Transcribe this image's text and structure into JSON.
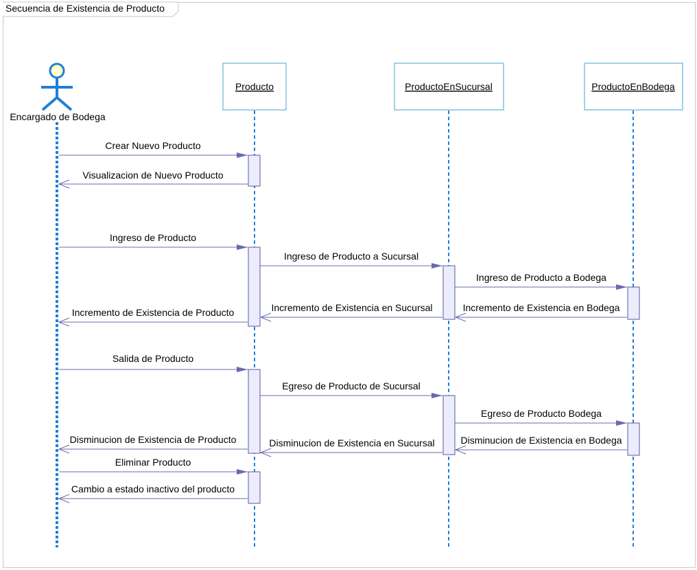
{
  "diagram": {
    "title": "Secuencia de Existencia de Producto",
    "actor": {
      "name": "Encargado de Bodega",
      "icon": "stick-figure-actor-icon"
    },
    "objects": [
      {
        "id": "producto",
        "name": "Producto"
      },
      {
        "id": "sucursal",
        "name": "ProductoEnSucursal"
      },
      {
        "id": "bodega",
        "name": "ProductoEnBodega"
      }
    ],
    "messages": [
      {
        "label": "Crear Nuevo Producto",
        "from": "actor",
        "to": "producto",
        "kind": "call"
      },
      {
        "label": "Visualizacion de Nuevo Producto",
        "from": "producto",
        "to": "actor",
        "kind": "return"
      },
      {
        "label": "Ingreso de Producto",
        "from": "actor",
        "to": "producto",
        "kind": "call"
      },
      {
        "label": "Ingreso de Producto a Sucursal",
        "from": "producto",
        "to": "sucursal",
        "kind": "call"
      },
      {
        "label": "Ingreso de Producto a Bodega",
        "from": "sucursal",
        "to": "bodega",
        "kind": "call"
      },
      {
        "label": "Incremento de Existencia en Bodega",
        "from": "bodega",
        "to": "sucursal",
        "kind": "return"
      },
      {
        "label": "Incremento de Existencia en Sucursal",
        "from": "sucursal",
        "to": "producto",
        "kind": "return"
      },
      {
        "label": "Incremento de Existencia de Producto",
        "from": "producto",
        "to": "actor",
        "kind": "return"
      },
      {
        "label": "Salida de Producto",
        "from": "actor",
        "to": "producto",
        "kind": "call"
      },
      {
        "label": "Egreso de Producto de Sucursal",
        "from": "producto",
        "to": "sucursal",
        "kind": "call"
      },
      {
        "label": "Egreso de Producto Bodega",
        "from": "sucursal",
        "to": "bodega",
        "kind": "call"
      },
      {
        "label": "Disminucion de Existencia en Bodega",
        "from": "bodega",
        "to": "sucursal",
        "kind": "return"
      },
      {
        "label": "Disminucion de Existencia en Sucursal",
        "from": "sucursal",
        "to": "producto",
        "kind": "return"
      },
      {
        "label": "Disminucion de Existencia de Producto",
        "from": "producto",
        "to": "actor",
        "kind": "return"
      },
      {
        "label": "Eliminar Producto",
        "from": "actor",
        "to": "producto",
        "kind": "call"
      },
      {
        "label": "Cambio a estado inactivo del producto",
        "from": "producto",
        "to": "actor",
        "kind": "return"
      }
    ],
    "colors": {
      "lifeline": "#1e7fd8",
      "object_border": "#4a9fd0",
      "activation_fill": "#ececff",
      "activation_border": "#5a5a9a",
      "message": "#6a6ab0",
      "actor_head": "#ffffc8",
      "actor_body": "#1e7fd8"
    }
  }
}
